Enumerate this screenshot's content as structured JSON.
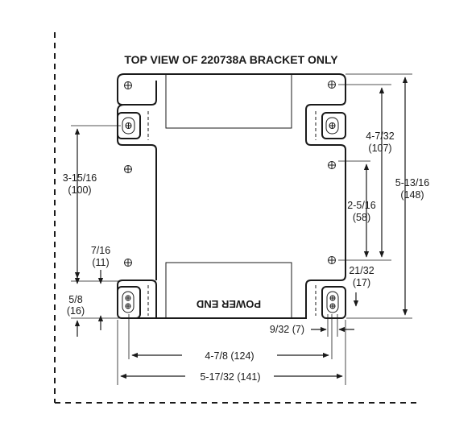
{
  "title": "TOP VIEW OF 220738A BRACKET ONLY",
  "power_end_label": "POWER END",
  "dimensions": {
    "overall_height": {
      "frac": "5-13/16",
      "mm": "(148)"
    },
    "top_to_slot": {
      "frac": "4-7/32",
      "mm": "(107)"
    },
    "slot_to_hole": {
      "frac": "3-15/16",
      "mm": "(100)"
    },
    "right_hole_spacing": {
      "frac": "2-5/16",
      "mm": "(58)"
    },
    "hole_to_slot": {
      "frac": "7/16",
      "mm": "(11)"
    },
    "bottom_right": {
      "frac": "21/32",
      "mm": "(17)"
    },
    "bottom_left": {
      "frac": "5/8",
      "mm": "(16)"
    },
    "slot_width": "9/32 (7)",
    "slot_spacing": "4-7/8 (124)",
    "overall_width": "5-17/32 (141)"
  },
  "colors": {
    "line": "#1a1a1a",
    "background": "#ffffff"
  }
}
